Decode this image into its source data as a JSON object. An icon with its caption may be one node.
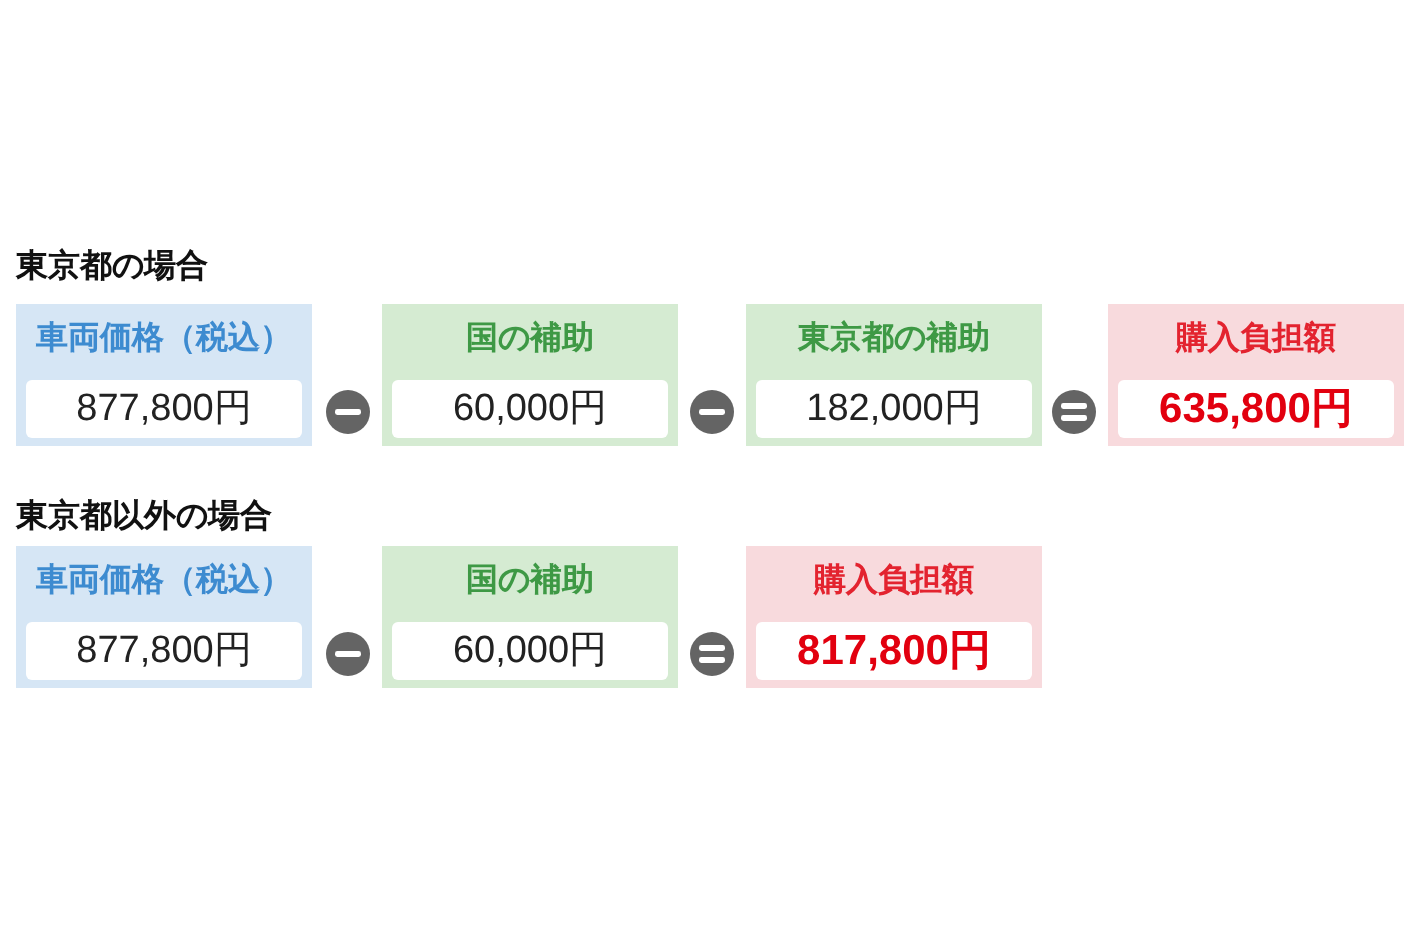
{
  "diagram": {
    "nodes": [
      {
        "text": [
          "車両価格（税込）"
        ]
      },
      {
        "text": [
          "877,800円"
        ],
        "in": 0
      },
      {
        "text": [
          "国の補助"
        ]
      },
      {
        "text": [
          "60,000円"
        ],
        "in": 2
      },
      {
        "text": [
          "東京都の補助"
        ]
      },
      {
        "text": [
          "182,000円"
        ],
        "in": 4
      },
      {
        "text": [
          "購入負担額"
        ]
      },
      {
        "text": [
          "635,800円"
        ],
        "in": 6
      },
      {
        "text": [
          "車両価格（税込）"
        ]
      },
      {
        "text": [
          "877,800円"
        ],
        "in": 8
      },
      {
        "text": [
          "国の補助"
        ]
      },
      {
        "text": [
          "60,000円"
        ],
        "in": 10
      },
      {
        "text": [
          "購入負担額"
        ]
      },
      {
        "text": [
          "817,800円"
        ],
        "in": 12
      }
    ],
    "labels": [
      "東京都の場合",
      "東京都以外の場合"
    ]
  }
}
